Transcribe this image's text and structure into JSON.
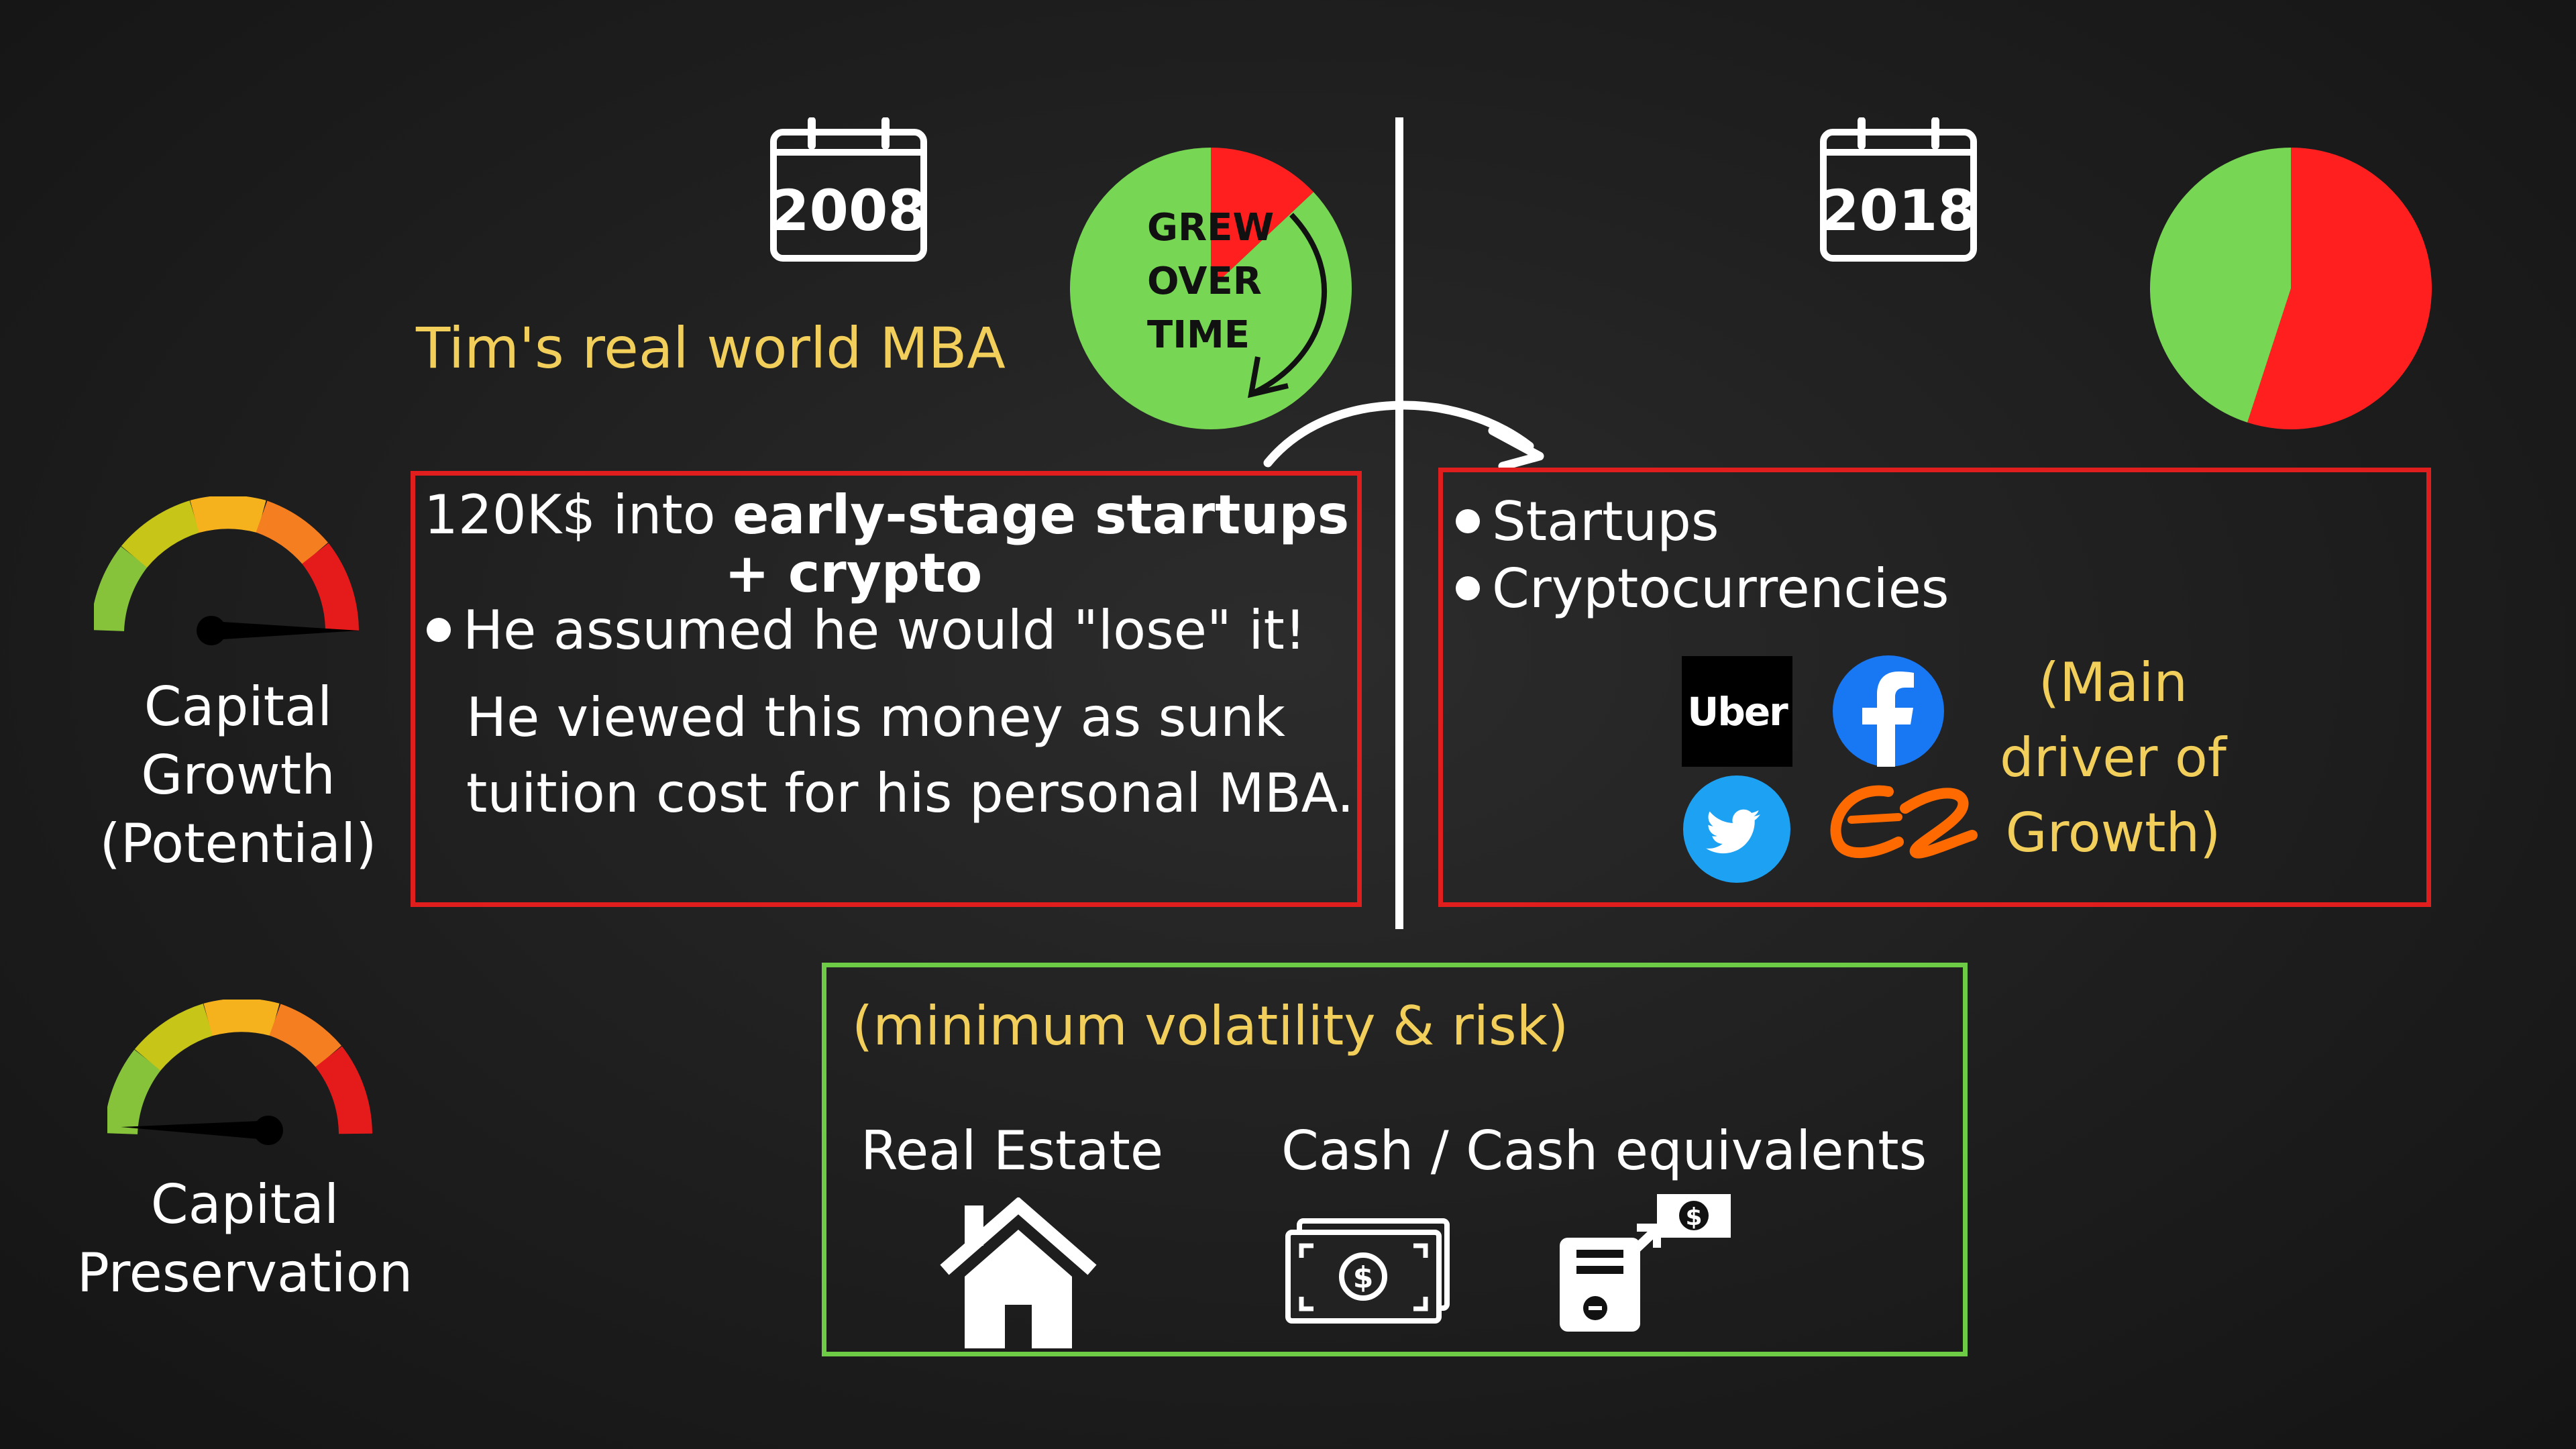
{
  "left": {
    "year": "2008",
    "subtitle": "Tim's real world MBA",
    "pie_note": [
      "GREW",
      "OVER",
      "TIME"
    ],
    "box": {
      "line1_prefix": "120K$ into ",
      "line1_bold": "early-stage startups",
      "line2_bold": "+ crypto",
      "bullet": "He assumed he would \"lose\" it!",
      "para_line1": "He viewed this money as sunk",
      "para_line2": "tuition cost for his personal MBA."
    }
  },
  "right": {
    "year": "2018",
    "bullets": [
      "Startups",
      "Cryptocurrencies"
    ],
    "logos": [
      "Uber"
    ],
    "note": [
      "(Main",
      "driver of",
      "Growth)"
    ]
  },
  "gauges": {
    "growth_label": [
      "Capital",
      "Growth",
      "(Potential)"
    ],
    "preservation_label": [
      "Capital",
      "Preservation"
    ]
  },
  "bottom": {
    "heading": "(minimum volatility & risk)",
    "real_estate": "Real Estate",
    "cash": "Cash / Cash equivalents"
  },
  "colors": {
    "red": "#ff1f1f",
    "green": "#77d653",
    "box_red": "#e01e1e",
    "box_green": "#6ecb45",
    "yellow_text": "#f2cf5b"
  },
  "chart_data": [
    {
      "type": "pie",
      "year": "2008",
      "slices": [
        {
          "name": "red",
          "value": 13
        },
        {
          "name": "green",
          "value": 87
        }
      ]
    },
    {
      "type": "pie",
      "year": "2018",
      "slices": [
        {
          "name": "red",
          "value": 55
        },
        {
          "name": "green",
          "value": 45
        }
      ]
    }
  ]
}
